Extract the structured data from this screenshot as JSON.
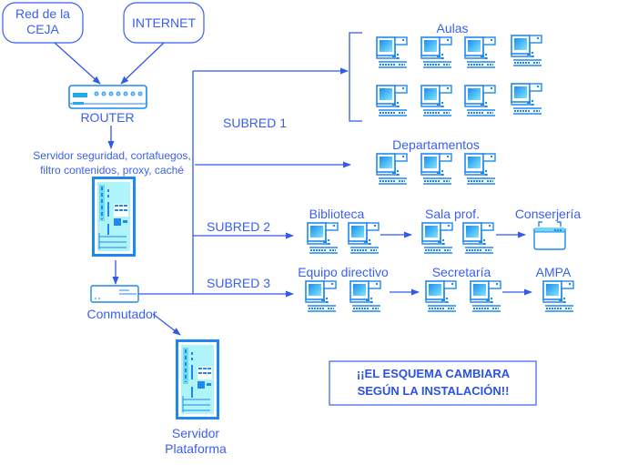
{
  "colors": {
    "line": "#2f5be8",
    "text": "#3a5ff0",
    "device_fill": "#aef4f8",
    "device_stroke": "#1e88f0",
    "screen": "#22aaf0",
    "note_text": "#2b52e0"
  },
  "sources": [
    {
      "id": "ceja",
      "lines": [
        "Red de la",
        "CEJA"
      ]
    },
    {
      "id": "internet",
      "lines": [
        "INTERNET"
      ]
    }
  ],
  "router": {
    "label": "ROUTER",
    "icon": "router-icon"
  },
  "security_server": {
    "lines": [
      "Servidor seguridad, cortafuegos,",
      "filtro contenidos, proxy, caché"
    ],
    "icon": "server-tower-icon"
  },
  "switch": {
    "label": "Conmutador",
    "icon": "switch-icon"
  },
  "platform_server": {
    "lines": [
      "Servidor",
      "Plataforma"
    ],
    "icon": "server-tower-icon"
  },
  "subnets": [
    {
      "label": "SUBRED 1"
    },
    {
      "label": "SUBRED 2"
    },
    {
      "label": "SUBRED 3"
    }
  ],
  "groups": [
    {
      "id": "aulas",
      "label": "Aulas",
      "devices": 8,
      "device_icon": "computer-icon"
    },
    {
      "id": "departamentos",
      "label": "Departamentos",
      "devices": 3,
      "device_icon": "computer-icon"
    },
    {
      "id": "biblioteca",
      "label": "Biblioteca",
      "devices": 2,
      "device_icon": "computer-icon"
    },
    {
      "id": "sala-prof",
      "label": "Sala prof.",
      "devices": 2,
      "device_icon": "computer-icon"
    },
    {
      "id": "conserjeria",
      "label": "Conserjería",
      "devices": 1,
      "device_icon": "printer-icon"
    },
    {
      "id": "equipo-directivo",
      "label": "Equipo directivo",
      "devices": 2,
      "device_icon": "computer-icon"
    },
    {
      "id": "secretaria",
      "label": "Secretaría",
      "devices": 2,
      "device_icon": "computer-icon"
    },
    {
      "id": "ampa",
      "label": "AMPA",
      "devices": 1,
      "device_icon": "computer-icon"
    }
  ],
  "note": {
    "lines": [
      "¡¡EL ESQUEMA CAMBIARA",
      "SEGÚN LA INSTALACIÓN!!"
    ]
  }
}
